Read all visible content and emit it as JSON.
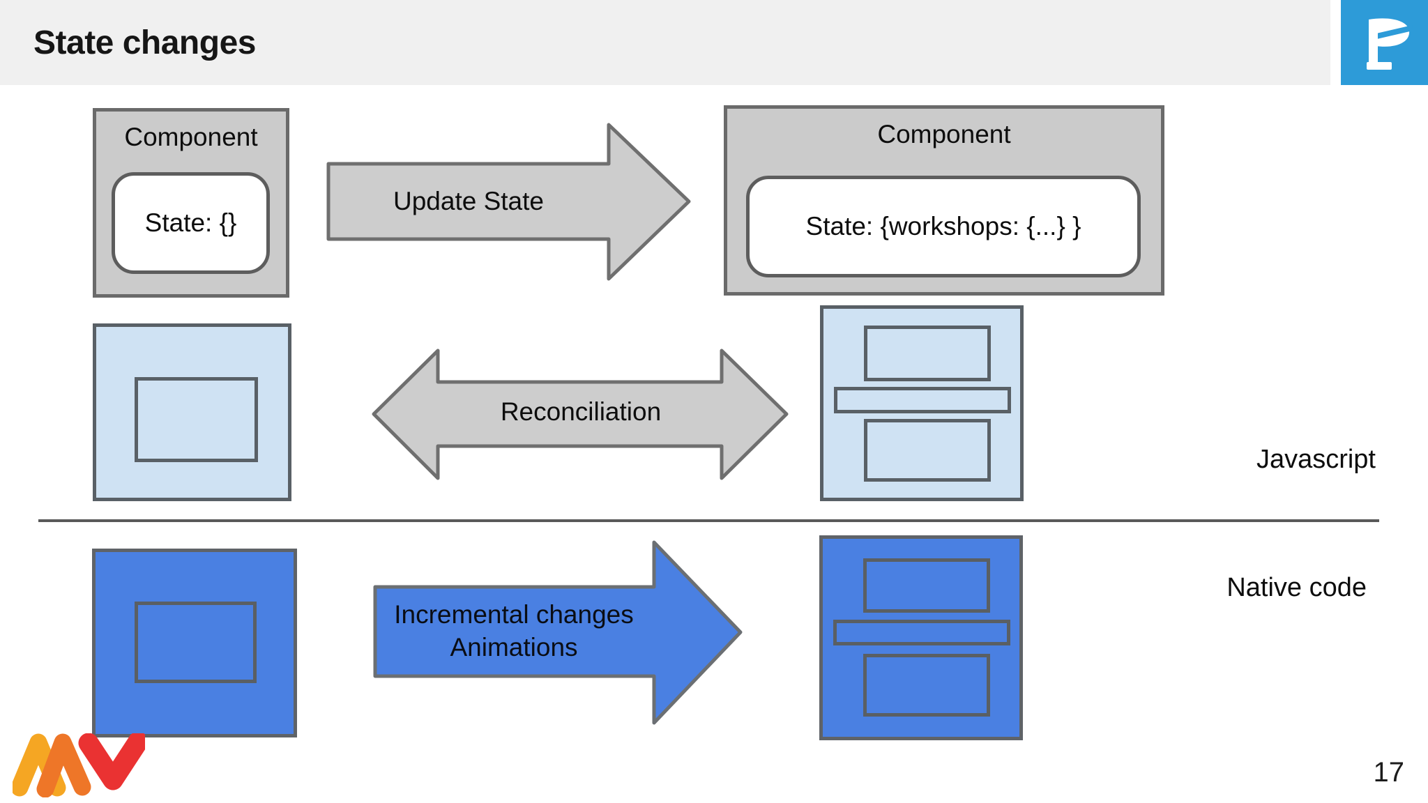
{
  "slide": {
    "title": "State changes",
    "page_number": "17"
  },
  "brand": {
    "logo_letter": "P",
    "logo_color": "#2D9BD8"
  },
  "diagram": {
    "row_js_components": {
      "left_component": {
        "title": "Component",
        "state": "State: {}"
      },
      "update_arrow": {
        "label": "Update State"
      },
      "right_component": {
        "title": "Component",
        "state": "State: {workshops: {...} }"
      }
    },
    "row_js_trees": {
      "reconciliation_arrow": {
        "label": "Reconciliation"
      },
      "layer_label": "Javascript"
    },
    "row_native": {
      "incremental_arrow": {
        "label_line1": "Incremental changes",
        "label_line2": "Animations"
      },
      "layer_label": "Native code"
    },
    "colors": {
      "header_background": "#F0F0F0",
      "component_fill": "#CBCBCB",
      "component_border": "#6A6A6A",
      "gray_arrow_fill": "#CDCDCD",
      "vdom_tree_fill": "#CFE2F3",
      "native_fill": "#4A80E2",
      "shape_border": "#596066",
      "divider": "#595959",
      "footer_logo": [
        "#F5A623",
        "#EE7628",
        "#EA3232"
      ]
    }
  }
}
